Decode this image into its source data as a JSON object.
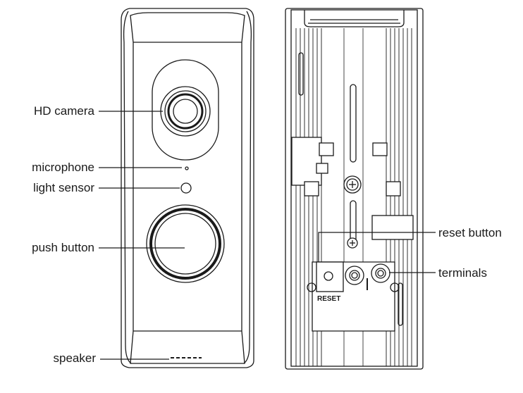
{
  "labels": {
    "hd_camera": "HD camera",
    "microphone": "microphone",
    "light_sensor": "light sensor",
    "push_button": "push button",
    "speaker": "speaker",
    "reset_button": "reset button",
    "terminals": "terminals",
    "reset_plate": "RESET"
  },
  "colors": {
    "stroke": "#1a1a1a",
    "background": "#ffffff"
  }
}
